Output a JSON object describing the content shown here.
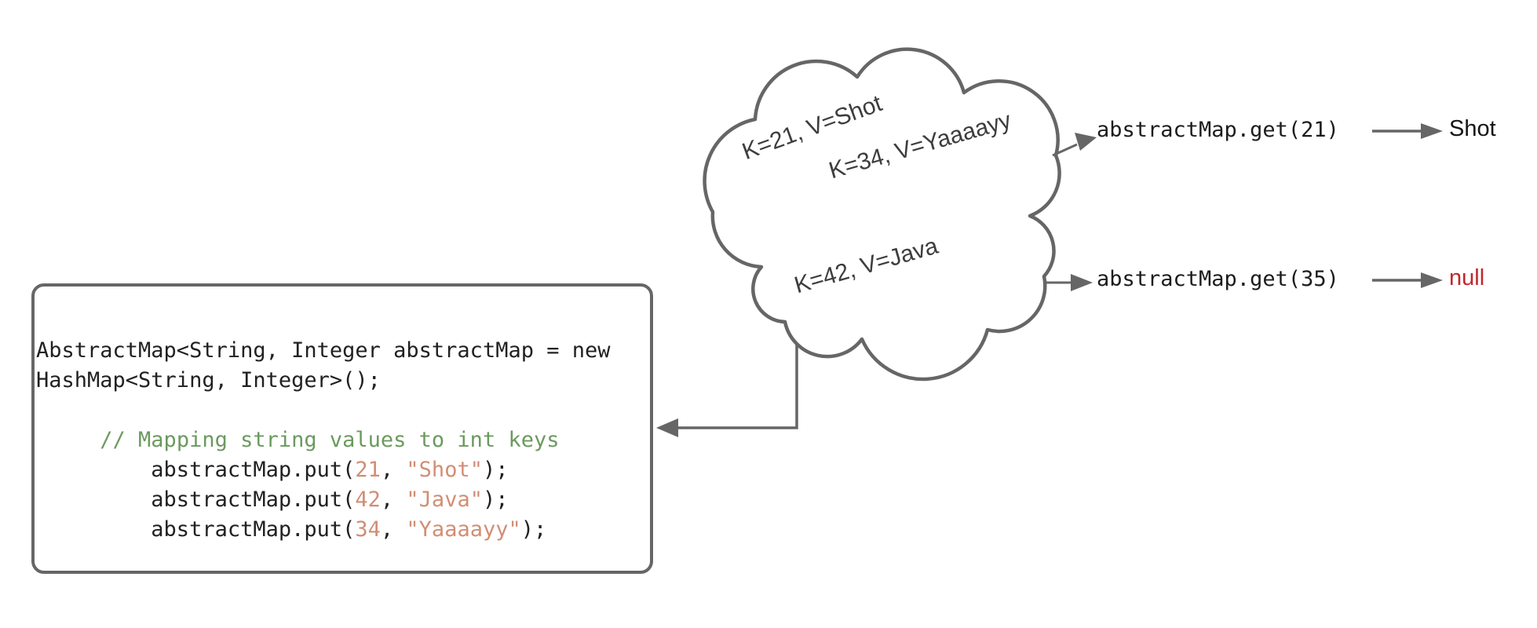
{
  "colors": {
    "outline_gray": "#666666",
    "code_plain": "#212121",
    "code_comment": "#6b9a5e",
    "code_literal": "#d18e74",
    "result_ok": "#151515",
    "result_null": "#c2272d"
  },
  "code": {
    "lines": [
      [
        {
          "t": "AbstractMap<String, Integer abstractMap = new",
          "c": "plain"
        }
      ],
      [
        {
          "t": "HashMap<String, Integer>();",
          "c": "plain"
        }
      ],
      [],
      [
        {
          "t": "     ",
          "c": "plain"
        },
        {
          "t": "// Mapping string values to int keys",
          "c": "comment"
        }
      ],
      [
        {
          "t": "         abstractMap.put(",
          "c": "plain"
        },
        {
          "t": "21",
          "c": "number"
        },
        {
          "t": ", ",
          "c": "plain"
        },
        {
          "t": "\"Shot\"",
          "c": "string"
        },
        {
          "t": ");",
          "c": "plain"
        }
      ],
      [
        {
          "t": "         abstractMap.put(",
          "c": "plain"
        },
        {
          "t": "42",
          "c": "number"
        },
        {
          "t": ", ",
          "c": "plain"
        },
        {
          "t": "\"Java\"",
          "c": "string"
        },
        {
          "t": ");",
          "c": "plain"
        }
      ],
      [
        {
          "t": "         abstractMap.put(",
          "c": "plain"
        },
        {
          "t": "34",
          "c": "number"
        },
        {
          "t": ", ",
          "c": "plain"
        },
        {
          "t": "\"Yaaaayy\"",
          "c": "string"
        },
        {
          "t": ");",
          "c": "plain"
        }
      ]
    ]
  },
  "cloud": {
    "entries": [
      {
        "label": "K=21, V=Shot"
      },
      {
        "label": "K=34, V=Yaaaayy"
      },
      {
        "label": "K=42, V=Java"
      }
    ]
  },
  "calls": [
    {
      "expr": "abstractMap.get(21)",
      "result": "Shot"
    },
    {
      "expr": "abstractMap.get(35)",
      "result": "null"
    }
  ]
}
